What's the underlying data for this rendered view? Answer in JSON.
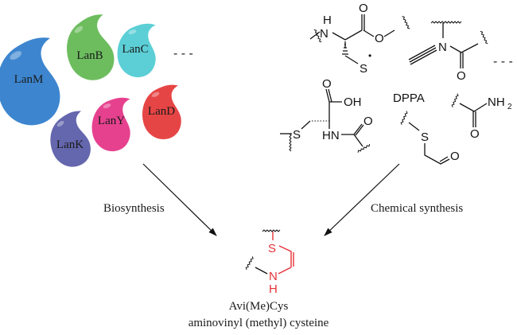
{
  "figure": {
    "enzymes": [
      {
        "label": "LanM",
        "color": "#3d86cf"
      },
      {
        "label": "LanB",
        "color": "#6dbd5f"
      },
      {
        "label": "LanC",
        "color": "#5ccfd6"
      },
      {
        "label": "LanD",
        "color": "#e64545"
      },
      {
        "label": "LanY",
        "color": "#e6418f"
      },
      {
        "label": "LanK",
        "color": "#6467ad"
      }
    ],
    "ellipsis": "- - -",
    "chemical_labels": {
      "nh": "H",
      "n": "N",
      "o": "O",
      "s": "S",
      "oh": "OH",
      "hn": "HN",
      "nh2": "NH",
      "nh2_sub": "2",
      "dppa": "DPPA",
      "radical_dot": "•"
    },
    "arrows": {
      "left_label": "Biosynthesis",
      "right_label": "Chemical synthesis"
    },
    "product": {
      "name": "Avi(Me)Cys",
      "full_name": "aminovinyl (methyl) cysteine",
      "s_label": "S",
      "n_label": "N",
      "h_label": "H",
      "highlight_color": "#e53238"
    }
  }
}
